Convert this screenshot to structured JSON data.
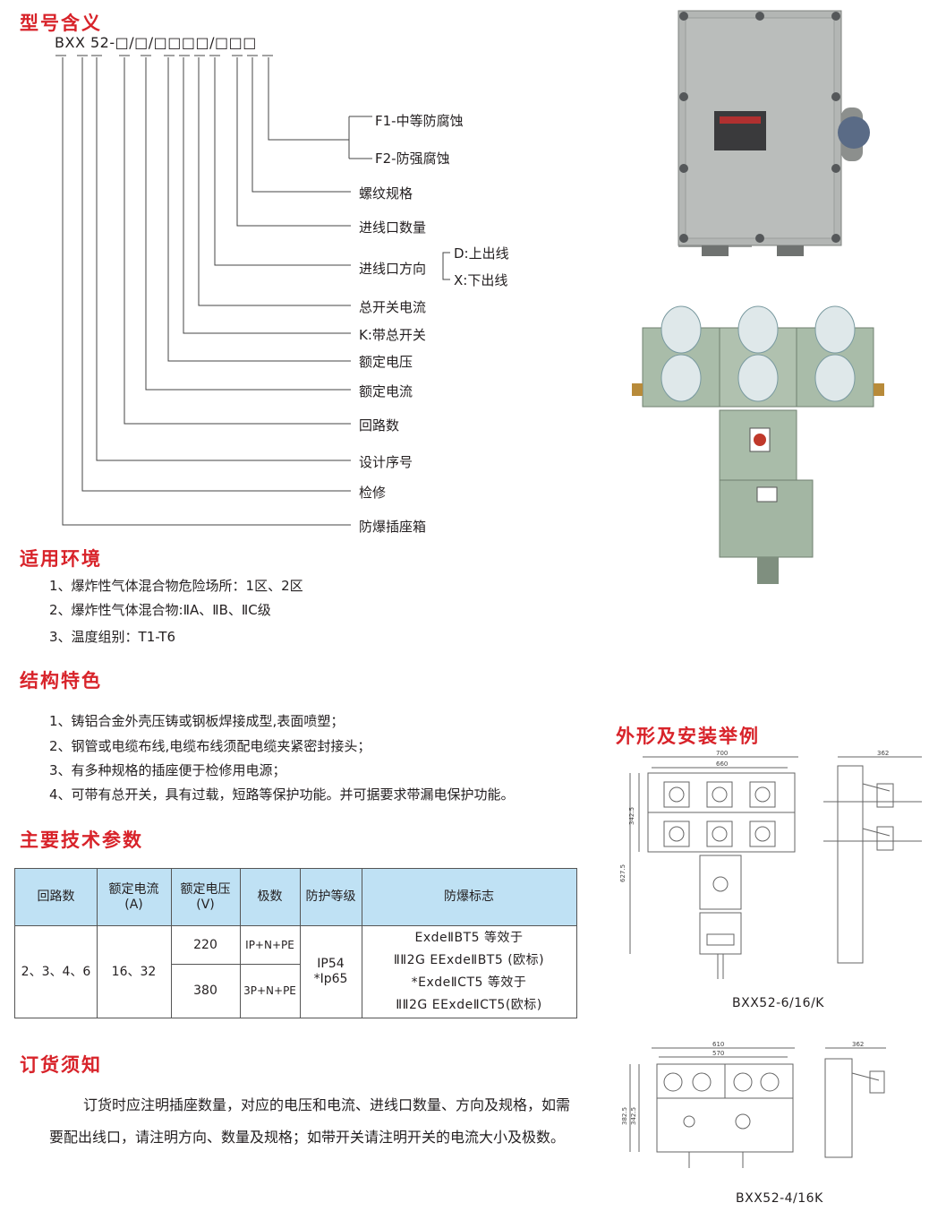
{
  "model_meaning": {
    "title": "型号含义",
    "code": "BXX 52-□/□/□□□□/□□□",
    "labels": {
      "f1": "F1-中等防腐蚀",
      "f2": "F2-防强腐蚀",
      "thread": "螺纹规格",
      "inlet_count": "进线口数量",
      "inlet_dir": "进线口方向",
      "d": "D:上出线",
      "x": "X:下出线",
      "main_current": "总开关电流",
      "k": "K:带总开关",
      "rated_voltage": "额定电压",
      "rated_current": "额定电流",
      "circuits": "回路数",
      "design_no": "设计序号",
      "maintenance": "检修",
      "box": "防爆插座箱"
    }
  },
  "environment": {
    "title": "适用环境",
    "items": [
      "1、爆炸性气体混合物危险场所：1区、2区",
      "2、爆炸性气体混合物:ⅡA、ⅡB、ⅡC级",
      "3、温度组别：T1-T6"
    ]
  },
  "structure": {
    "title": "结构特色",
    "items": [
      "1、铸铝合金外壳压铸或钢板焊接成型,表面喷塑；",
      "2、钢管或电缆布线,电缆布线须配电缆夹紧密封接头；",
      "3、有多种规格的插座便于检修用电源；",
      "4、可带有总开关，具有过载，短路等保护功能。并可据要求带漏电保护功能。"
    ]
  },
  "params": {
    "title": "主要技术参数",
    "headers": {
      "circuits": "回路数",
      "current": "额定电流",
      "current_unit": "(A)",
      "voltage": "额定电压",
      "voltage_unit": "(V)",
      "poles": "极数",
      "protection": "防护等级",
      "ex_mark": "防爆标志"
    },
    "row": {
      "circuits": "2、3、4、6",
      "current": "16、32",
      "v1": "220",
      "v2": "380",
      "p1": "IP+N+PE",
      "p2": "3P+N+PE",
      "ip1": "IP54",
      "ip2": "*Ip65",
      "ex1": "ExdeⅡBT5  等效于",
      "ex2": "ⅡⅡ2G  EExdeⅡBT5 (欧标)",
      "ex3": "*ExdeⅡCT5 等效于",
      "ex4": "ⅡⅡ2G  EExdeⅡCT5(欧标)"
    }
  },
  "order": {
    "title": "订货须知",
    "text": "订货时应注明插座数量，对应的电压和电流、进线口数量、方向及规格，如需要配出线口，请注明方向、数量及规格；如带开关请注明开关的电流大小及极数。"
  },
  "install": {
    "title": "外形及安装举例",
    "caption1": "BXX52-6/16/K",
    "caption2": "BXX52-4/16K",
    "dims1": {
      "w1": "700",
      "w2": "660",
      "h1": "342.5",
      "h2": "627.5",
      "side": "362"
    },
    "dims2": {
      "w1": "610",
      "w2": "570",
      "h1": "382.5",
      "h2": "342.5",
      "side": "362"
    }
  },
  "colors": {
    "accent": "#d8232a",
    "table_header": "#bfe1f4",
    "box_grey": "#b3b6b4",
    "box_green": "#a9bca9"
  }
}
